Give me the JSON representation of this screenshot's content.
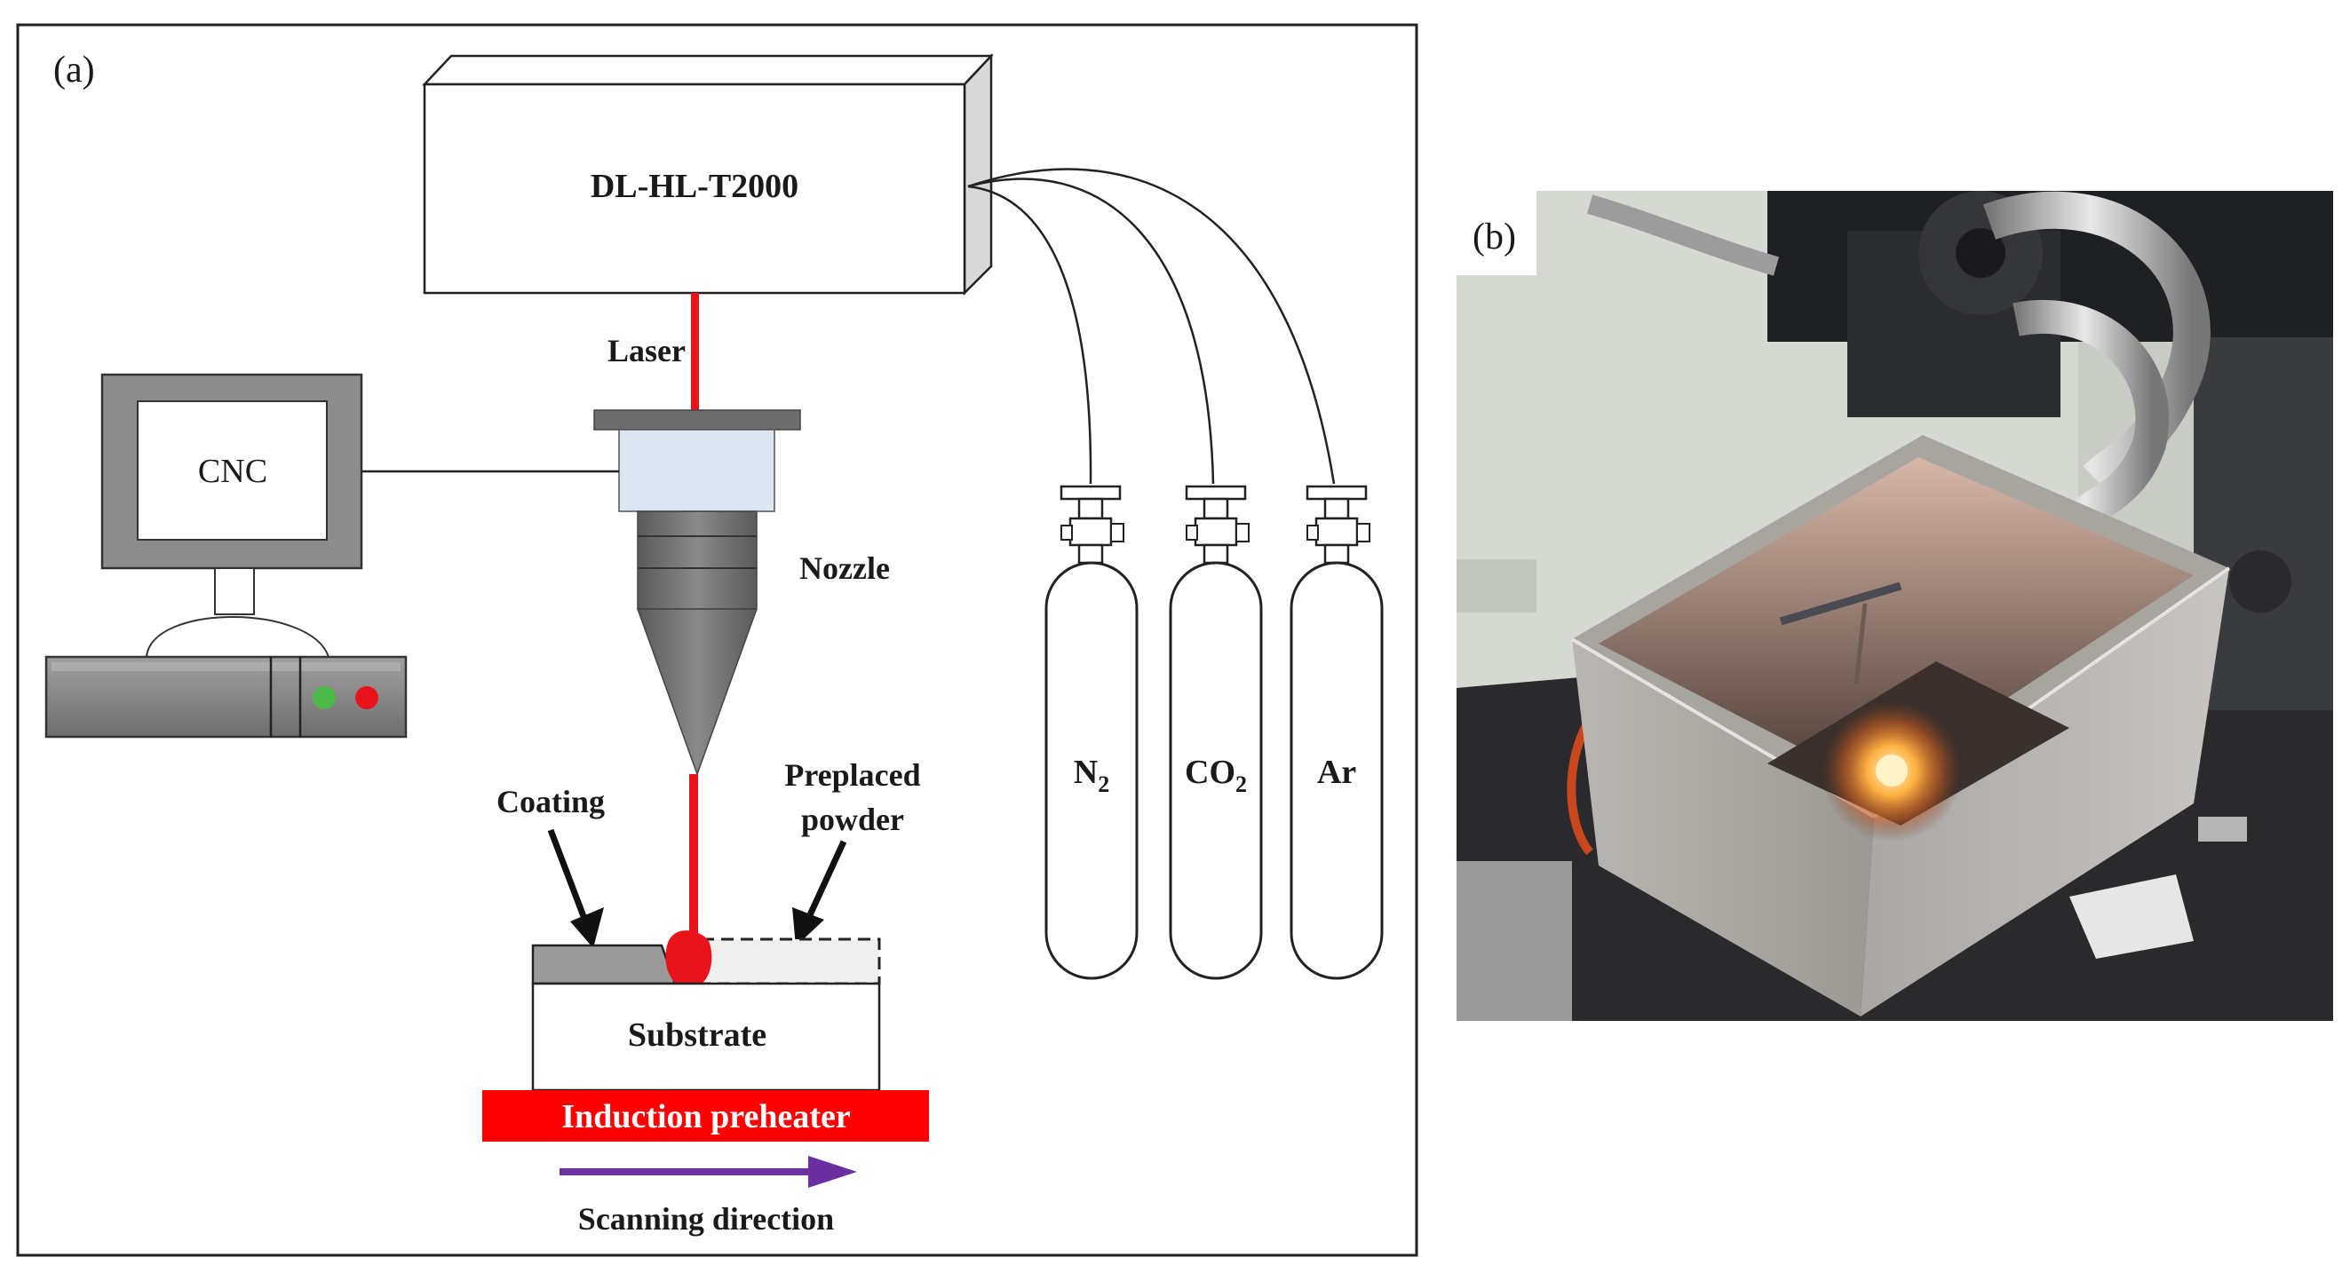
{
  "panel_a": {
    "tag": "(a)",
    "laser_unit": "DL-HL-T2000",
    "laser": "Laser",
    "cnc": "CNC",
    "nozzle": "Nozzle",
    "coating": "Coating",
    "preplaced_powder_line1": "Preplaced",
    "preplaced_powder_line2": "powder",
    "substrate": "Substrate",
    "induction_preheater": "Induction preheater",
    "scanning_direction": "Scanning direction",
    "gas_cylinders": [
      {
        "name": "N",
        "sub": "2"
      },
      {
        "name": "CO",
        "sub": "2"
      },
      {
        "name": "Ar",
        "sub": ""
      }
    ]
  },
  "panel_b": {
    "tag": "(b)"
  },
  "colors": {
    "laser_beam": "#e8141c",
    "preheater": "#ff0000",
    "scan_arrow": "#6b2fa0",
    "cnc_body": "#8c8c8c",
    "nozzle_dark": "#6e6e6e",
    "lens_blue": "#dbe6f2"
  }
}
